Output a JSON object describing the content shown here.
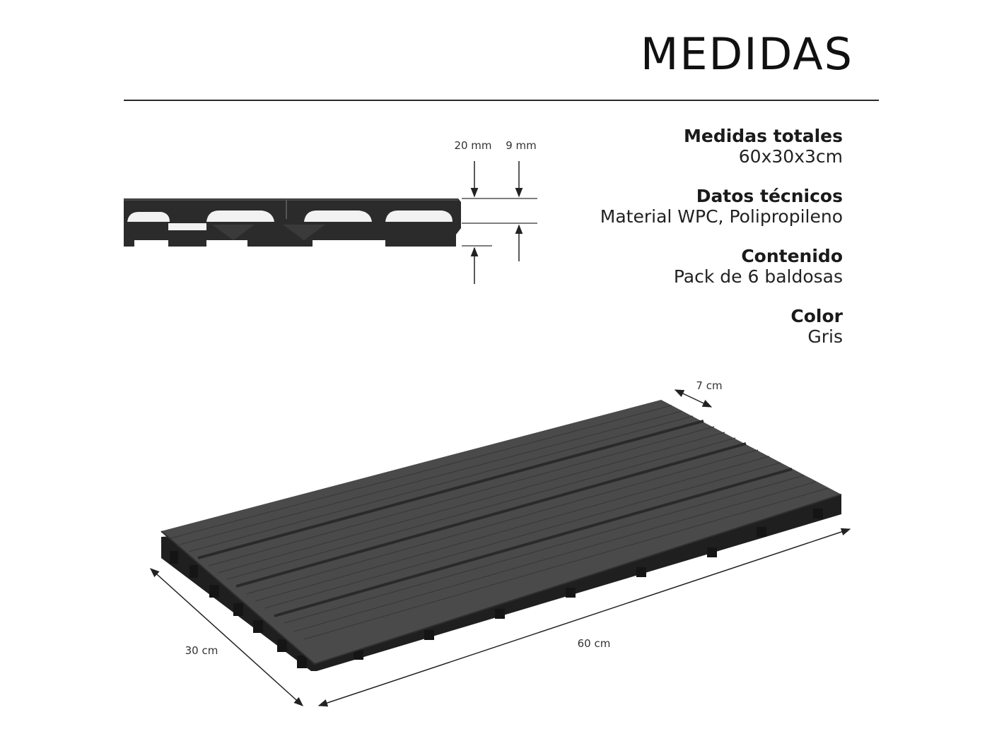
{
  "title": "MEDIDAS",
  "specs": [
    {
      "label": "Medidas totales",
      "value": "60x30x3cm"
    },
    {
      "label": "Datos técnicos",
      "value": "Material WPC, Polipropileno"
    },
    {
      "label": "Contenido",
      "value": "Pack de 6 baldosas"
    },
    {
      "label": "Color",
      "value": "Gris"
    }
  ],
  "profile": {
    "dim_top": "20 mm",
    "dim_bottom": "9 mm"
  },
  "tile": {
    "width_label": "7 cm",
    "depth_label": "30 cm",
    "length_label": "60 cm"
  },
  "colors": {
    "tile": "#4a4a4a",
    "profile": "#2b2b2b",
    "text": "#1a1a1a"
  }
}
